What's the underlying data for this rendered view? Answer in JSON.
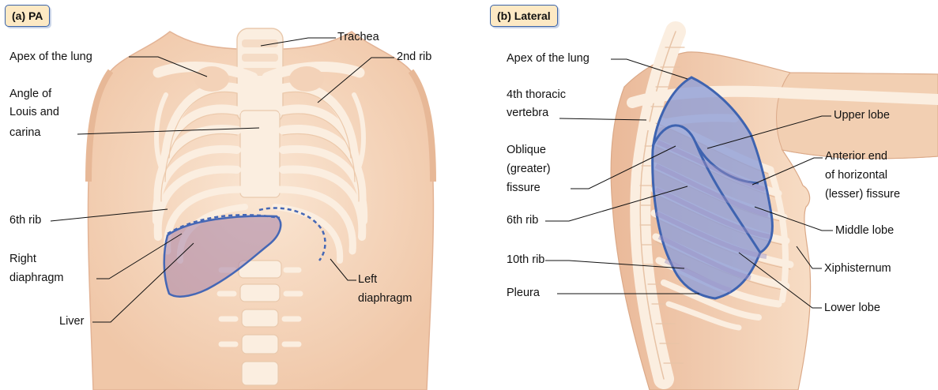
{
  "panels": {
    "pa": {
      "tag": "(a) PA",
      "labels": {
        "trachea": "Trachea",
        "apex": "Apex of the lung",
        "second_rib": "2nd rib",
        "angle_l1": "Angle of",
        "angle_l2": "Louis and",
        "angle_l3": "carina",
        "sixth_rib": "6th rib",
        "right_diaphragm_l1": "Right",
        "right_diaphragm_l2": "diaphragm",
        "left_diaphragm_l1": "Left",
        "left_diaphragm_l2": "diaphragm",
        "liver": "Liver"
      }
    },
    "lateral": {
      "tag": "(b) Lateral",
      "labels": {
        "apex": "Apex of the lung",
        "vertebra_l1": "4th thoracic",
        "vertebra_l2": "vertebra",
        "oblique_l1": "Oblique",
        "oblique_l2": "(greater)",
        "oblique_l3": "fissure",
        "sixth_rib": "6th rib",
        "tenth_rib": "10th rib",
        "pleura": "Pleura",
        "upper_lobe": "Upper lobe",
        "anterior_l1": "Anterior end",
        "anterior_l2": "of horizontal",
        "anterior_l3": "(lesser) fissure",
        "middle_lobe": "Middle lobe",
        "xiphisternum": "Xiphisternum",
        "lower_lobe": "Lower lobe"
      }
    }
  },
  "colors": {
    "skin": "#f6d7bd",
    "bone": "#fbeee0",
    "lung": "#8d9ed8",
    "lung_outline": "#3e63b0",
    "liver": "#a682a8",
    "tag_fill": "#fde9c4",
    "tag_border": "#3a63a8"
  }
}
